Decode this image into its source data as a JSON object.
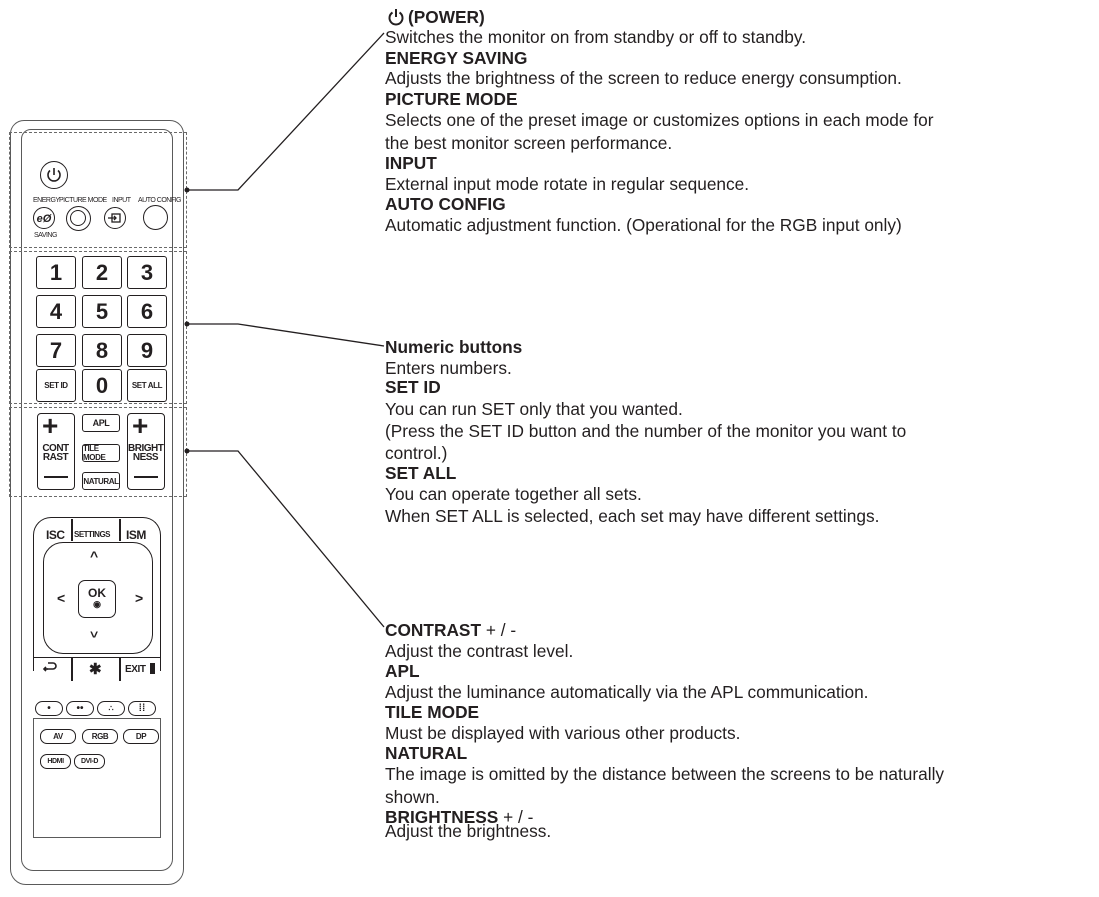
{
  "remote": {
    "top_labels": {
      "energy": "ENERGY",
      "saving": "SAVING",
      "picture_mode": "PICTURE MODE",
      "input": "INPUT",
      "auto_config": "AUTO CONFIG"
    },
    "numeric_keys": [
      "1",
      "2",
      "3",
      "4",
      "5",
      "6",
      "7",
      "8",
      "9"
    ],
    "set_id": "SET ID",
    "zero": "0",
    "set_all": "SET ALL",
    "contrast_label": "CONT RAST",
    "apl": "APL",
    "tile_mode": "TILE MODE",
    "natural": "NATURAL",
    "brightness_label": "BRIGHT NESS",
    "isc": "ISC",
    "settings": "SETTINGS",
    "ism": "ISM",
    "ok": "OK",
    "star": "✱",
    "exit": "EXIT",
    "inputs_row1": [
      "AV",
      "RGB",
      "DP"
    ],
    "inputs_row2": [
      "HDMI",
      "DVI-D"
    ]
  },
  "icons": [
    "power-icon",
    "energy-saving-icon",
    "input-icon",
    "back-icon",
    "dot-icons"
  ],
  "descriptions": {
    "power_title": "(POWER)",
    "power_desc": "Switches the monitor on from standby or off to standby.",
    "energy_title": "ENERGY SAVING",
    "energy_desc": "Adjusts the brightness of the screen to reduce energy consumption.",
    "picture_title": "PICTURE MODE",
    "picture_desc_1": "Selects one of the preset image or customizes options in each mode for",
    "picture_desc_2": "the best monitor screen performance.",
    "input_title": "INPUT",
    "input_desc": "External input mode rotate in regular sequence.",
    "auto_title": "AUTO CONFIG",
    "auto_desc": "Automatic adjustment function. (Operational for the RGB input only)",
    "numeric_title": "Numeric buttons",
    "numeric_desc": "Enters numbers.",
    "setid_title": "SET ID",
    "setid_desc_1": "You can run SET only that you wanted.",
    "setid_desc_2": "(Press the SET ID button and the number of the monitor you want to",
    "setid_desc_3": "control.)",
    "setall_title": "SET ALL",
    "setall_desc_1": "You can operate together all sets.",
    "setall_desc_2": "When SET ALL is selected, each set may have different settings.",
    "contrast_title": "CONTRAST",
    "contrast_suffix": " + / -",
    "contrast_desc": "Adjust the contrast level.",
    "apl_title": "APL",
    "apl_desc": "Adjust the luminance automatically via the APL communication.",
    "tile_title": "TILE MODE",
    "tile_desc": "Must be displayed with various other products.",
    "natural_title": "NATURAL",
    "natural_desc_1": "The image is omitted by the distance between the screens to be naturally",
    "natural_desc_2": "shown.",
    "brightness_title": "BRIGHTNESS",
    "brightness_suffix": " + / -",
    "brightness_desc": "Adjust the brightness."
  }
}
